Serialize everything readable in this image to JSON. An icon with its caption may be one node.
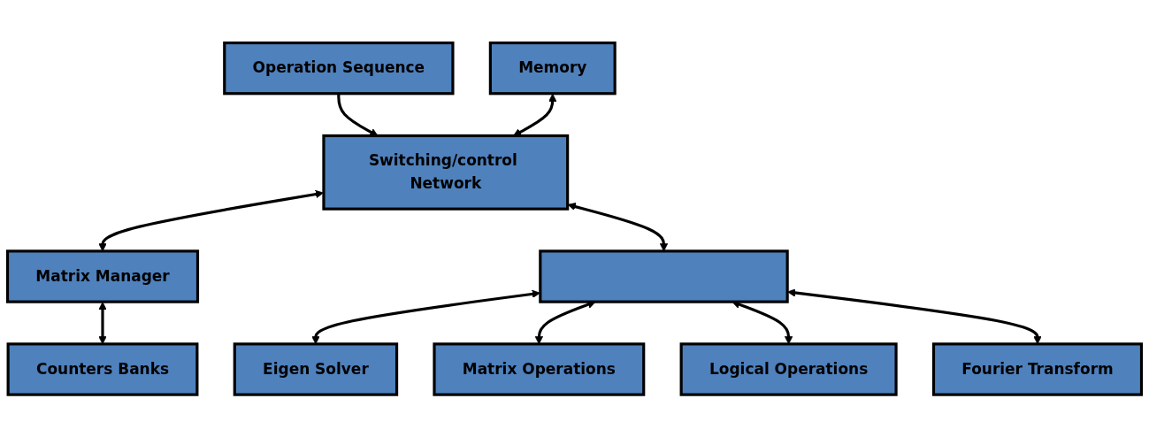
{
  "diagram": {
    "nodes": [
      {
        "text": [
          "Operation Sequence"
        ]
      },
      {
        "text": [
          "Memory"
        ]
      },
      {
        "text": [
          "Switching/control Network"
        ]
      },
      {
        "text": [
          "Matrix Manager"
        ]
      },
      {
        "text": [
          "Counters Banks"
        ]
      },
      {
        "text": [],
        "shape": "bar"
      },
      {
        "text": [
          "Eigen Solver"
        ]
      },
      {
        "text": [
          "Matrix Operations"
        ]
      },
      {
        "text": [
          "Logical Operations"
        ]
      },
      {
        "text": [
          "Fourier Transform"
        ]
      }
    ],
    "edges": [
      {
        "from": 0,
        "to": 2,
        "arrow": "to"
      },
      {
        "from": 1,
        "to": 2,
        "arrow": "both"
      },
      {
        "from": 2,
        "to": 3,
        "arrow": "both"
      },
      {
        "from": 3,
        "to": 4,
        "arrow": "both"
      },
      {
        "from": 2,
        "to": 5,
        "arrow": "both"
      },
      {
        "from": 5,
        "to": 6,
        "arrow": "both"
      },
      {
        "from": 5,
        "to": 7,
        "arrow": "both"
      },
      {
        "from": 5,
        "to": 8,
        "arrow": "both"
      },
      {
        "from": 5,
        "to": 9,
        "arrow": "both"
      }
    ]
  }
}
